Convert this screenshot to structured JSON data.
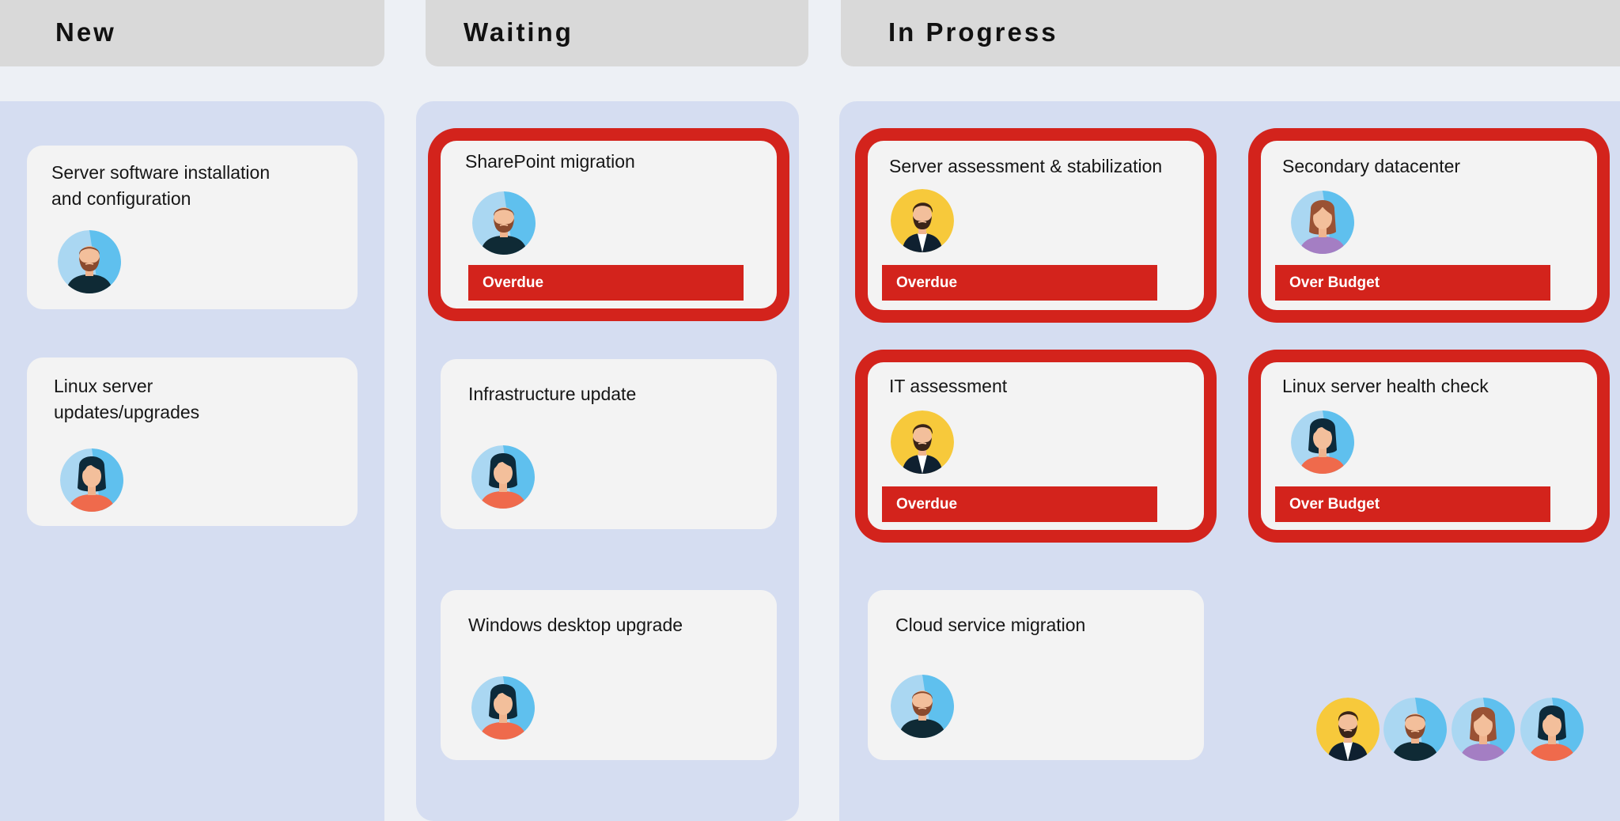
{
  "columns": {
    "new": {
      "label": "New"
    },
    "waiting": {
      "label": "Waiting"
    },
    "in_progress": {
      "label": "In Progress"
    }
  },
  "cards": {
    "server_install": {
      "title": "Server software installation\nand configuration",
      "assignee_icon": "man-beard-avatar-icon"
    },
    "linux_updates": {
      "title": "Linux server\nupdates/upgrades",
      "assignee_icon": "woman-dark-hair-avatar-icon"
    },
    "sharepoint": {
      "title": "SharePoint migration",
      "badge": "Overdue",
      "assignee_icon": "man-beard-avatar-icon"
    },
    "infrastructure": {
      "title": "Infrastructure update",
      "assignee_icon": "woman-dark-hair-avatar-icon"
    },
    "windows": {
      "title": "Windows desktop upgrade",
      "assignee_icon": "woman-dark-hair-avatar-icon"
    },
    "server_assess": {
      "title": "Server assessment & stabilization",
      "badge": "Overdue",
      "assignee_icon": "man-yellow-avatar-icon"
    },
    "secondary_dc": {
      "title": "Secondary datacenter",
      "badge": "Over Budget",
      "assignee_icon": "woman-brown-hair-avatar-icon"
    },
    "it_assess": {
      "title": "IT assessment",
      "badge": "Overdue",
      "assignee_icon": "man-yellow-avatar-icon"
    },
    "linux_health": {
      "title": "Linux server health check",
      "badge": "Over Budget",
      "assignee_icon": "woman-dark-hair-avatar-icon"
    },
    "cloud": {
      "title": "Cloud service migration",
      "assignee_icon": "man-beard-avatar-icon"
    }
  },
  "team": [
    "man-yellow-avatar-icon",
    "man-beard-avatar-icon",
    "woman-brown-hair-avatar-icon",
    "woman-dark-hair-avatar-icon"
  ],
  "colors": {
    "alert": "#d3231c",
    "lane": "#d5ddf1",
    "card": "#f3f3f3",
    "header": "#d9d9d9",
    "background": "#edf0f5"
  }
}
